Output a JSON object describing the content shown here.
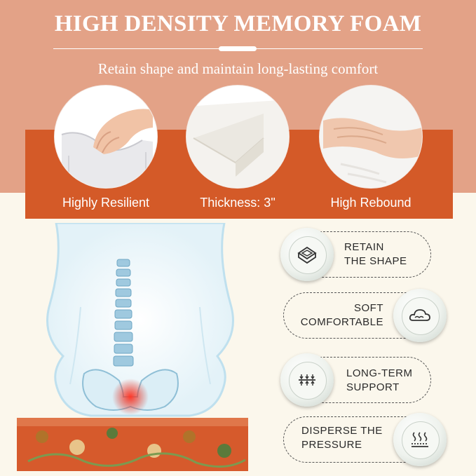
{
  "header": {
    "title": "HIGH DENSITY MEMORY FOAM",
    "subtitle": "Retain shape and maintain long-lasting comfort"
  },
  "features_top": [
    {
      "label": "Highly Resilient",
      "image": "foam-press-hand"
    },
    {
      "label": "Thickness: 3\"",
      "image": "foam-layer-corner"
    },
    {
      "label": "High Rebound",
      "image": "foam-handprint"
    }
  ],
  "features_side": [
    {
      "line1": "RETAIN",
      "line2": "THE SHAPE",
      "icon": "layers-box-icon"
    },
    {
      "line1": "SOFT",
      "line2": "COMFORTABLE",
      "icon": "cloud-icon"
    },
    {
      "line1": "LONG-TERM",
      "line2": "SUPPORT",
      "icon": "support-arrows-icon"
    },
    {
      "line1": "DISPERSE THE",
      "line2": "PRESSURE",
      "icon": "heat-waves-icon"
    }
  ],
  "colors": {
    "top_band": "#e3a287",
    "accent_bar": "#d45a28",
    "background": "#fbf7ec",
    "spine": "#9fc9df",
    "pressure": "#d62b1e"
  }
}
